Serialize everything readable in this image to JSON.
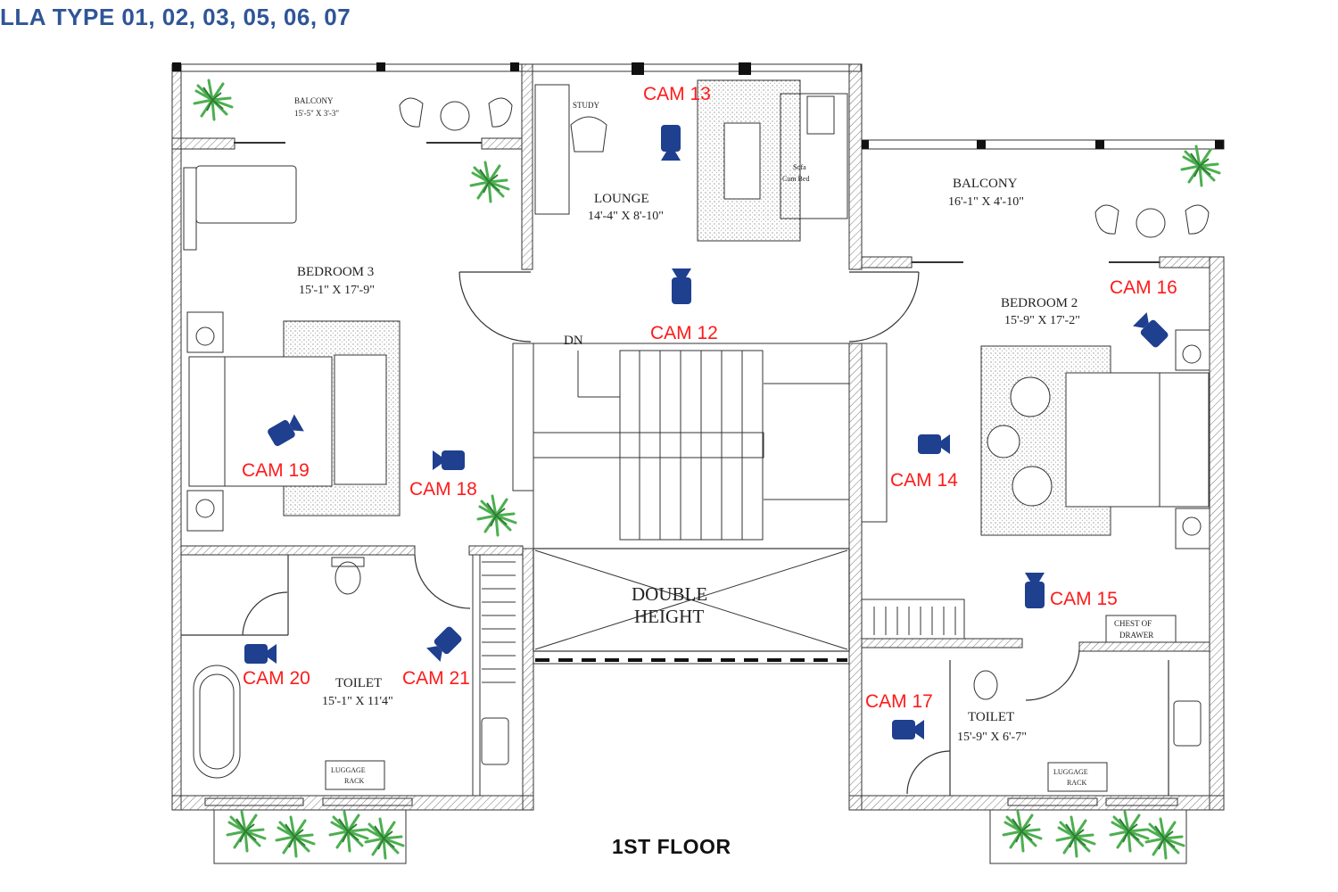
{
  "page_title": "LLA TYPE 01, 02, 03, 05, 06, 07",
  "floor_label": "1ST FLOOR",
  "colors": {
    "title": "#2f5597",
    "camera_icon": "#1f3f8f",
    "camera_label": "#ff1a1a",
    "plant": "#4caf50"
  },
  "rooms": {
    "balcony_left": {
      "name": "BALCONY",
      "dim": "15'-5\" X 3'-3\""
    },
    "study": {
      "name": "STUDY"
    },
    "lounge": {
      "name": "LOUNGE",
      "dim": "14'-4\" X 8'-10\""
    },
    "sofa": {
      "line1": "Sofa",
      "line2": "Cum Bed"
    },
    "balcony_right": {
      "name": "BALCONY",
      "dim": "16'-1\" X 4'-10\""
    },
    "bedroom3": {
      "name": "BEDROOM 3",
      "dim": "15'-1\" X 17'-9\""
    },
    "bedroom2": {
      "name": "BEDROOM 2",
      "dim": "15'-9\" X 17'-2\""
    },
    "stair": {
      "dn": "DN"
    },
    "double_height": {
      "line1": "DOUBLE",
      "line2": "HEIGHT"
    },
    "toilet_left": {
      "name": "TOILET",
      "dim": "15'-1\" X 11'4\""
    },
    "toilet_right": {
      "name": "TOILET",
      "dim": "15'-9\" X 6'-7\""
    },
    "chest": {
      "line1": "CHEST OF",
      "line2": "DRAWER"
    },
    "luggage_left": {
      "line1": "LUGGAGE",
      "line2": "RACK"
    },
    "luggage_right": {
      "line1": "LUGGAGE",
      "line2": "RACK"
    }
  },
  "cameras": {
    "cam12": {
      "label": "CAM 12",
      "icon": "cctv-camera-icon"
    },
    "cam13": {
      "label": "CAM 13",
      "icon": "cctv-camera-icon"
    },
    "cam14": {
      "label": "CAM 14",
      "icon": "cctv-camera-icon"
    },
    "cam15": {
      "label": "CAM 15",
      "icon": "cctv-camera-icon"
    },
    "cam16": {
      "label": "CAM 16",
      "icon": "cctv-camera-icon"
    },
    "cam17": {
      "label": "CAM 17",
      "icon": "cctv-camera-icon"
    },
    "cam18": {
      "label": "CAM 18",
      "icon": "cctv-camera-icon"
    },
    "cam19": {
      "label": "CAM 19",
      "icon": "cctv-camera-icon"
    },
    "cam20": {
      "label": "CAM 20",
      "icon": "cctv-camera-icon"
    },
    "cam21": {
      "label": "CAM 21",
      "icon": "cctv-camera-icon"
    }
  }
}
